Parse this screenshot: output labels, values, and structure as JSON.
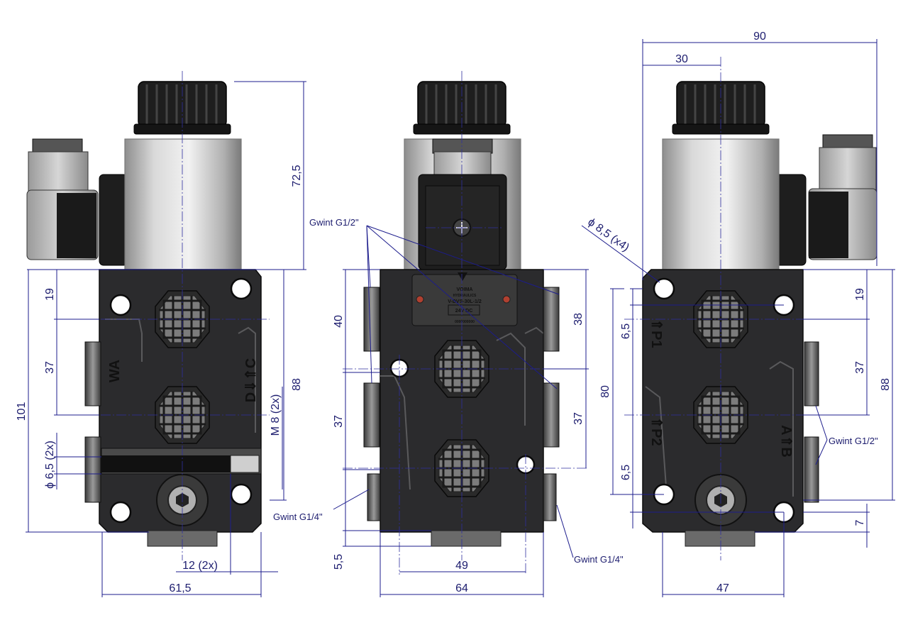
{
  "drawing": {
    "left_view": {
      "port_labels": [
        "WA",
        "D⇓⇑C"
      ],
      "dims": {
        "coil_height": "72,5",
        "d19": "19",
        "d37": "37",
        "d101": "101",
        "d88": "88",
        "thread_m8": "M 8  (2x)",
        "hole_dia": "ϕ 6,5  (2x)",
        "hole_spacing": "12  (2x)",
        "width": "61,5"
      }
    },
    "center_view": {
      "label_plate": {
        "brand": "VOIMA",
        "sub": "HYDRAULICS",
        "model": "V-DVS-30L-1/2",
        "voltage": "24V DC",
        "serial": "0000000000"
      },
      "callouts": {
        "thread_half_top": "Gwint G1/2\"",
        "thread_quarter_left": "Gwint G1/4\"",
        "thread_quarter_right": "Gwint G1/4\""
      },
      "dims": {
        "d40": "40",
        "d38": "38",
        "d37_left": "37",
        "d37_right": "37",
        "d5_5": "5,5",
        "d49": "49",
        "d64": "64"
      }
    },
    "right_view": {
      "port_labels": [
        "⇑P1",
        "⇑P2",
        "A⇑B"
      ],
      "callouts": {
        "thread_half_right": "Gwint G1/2\"",
        "hole_dia": "ϕ 8,5  (x4)"
      },
      "dims": {
        "d90": "90",
        "d30": "30",
        "d19": "19",
        "d6_5_top": "6,5",
        "d80": "80",
        "d37": "37",
        "d88": "88",
        "d6_5_bottom": "6,5",
        "d7": "7",
        "d47": "47"
      }
    },
    "colors": {
      "dimension": "#1c1c8c",
      "body": "#2b2b2d",
      "coil": "#c8c8c8"
    }
  }
}
